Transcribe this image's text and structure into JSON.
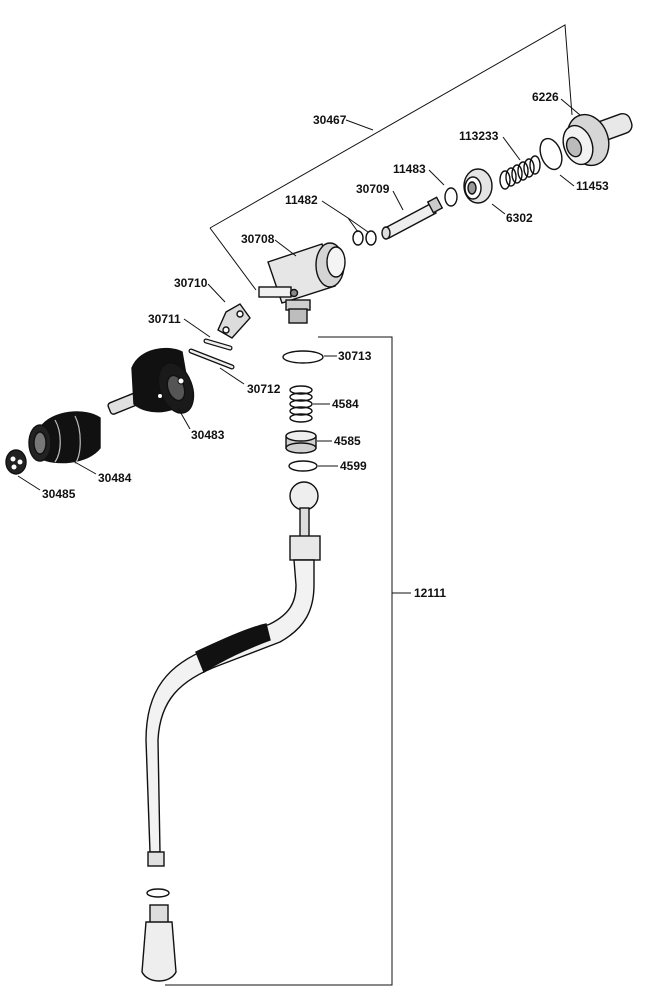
{
  "labels": {
    "l30467": "30467",
    "l6226": "6226",
    "l113233": "113233",
    "l11483": "11483",
    "l11453": "11453",
    "l30709": "30709",
    "l11482": "11482",
    "l6302": "6302",
    "l30708": "30708",
    "l30710": "30710",
    "l30711": "30711",
    "l30713": "30713",
    "l4584": "4584",
    "l30712": "30712",
    "l30483": "30483",
    "l4585": "4585",
    "l4599": "4599",
    "l30484": "30484",
    "l30485": "30485",
    "l12111": "12111"
  }
}
